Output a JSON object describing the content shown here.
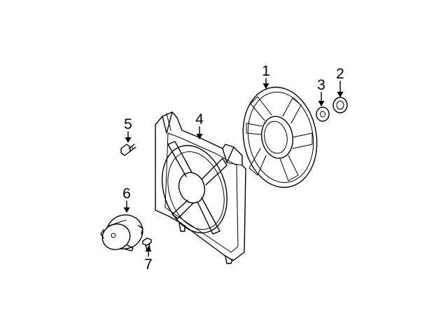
{
  "callouts": {
    "c1": "1",
    "c2": "2",
    "c3": "3",
    "c4": "4",
    "c5": "5",
    "c6": "6",
    "c7": "7"
  },
  "parts": [
    {
      "callout": "1",
      "icon": "fan-blade"
    },
    {
      "callout": "2",
      "icon": "nut"
    },
    {
      "callout": "3",
      "icon": "washer"
    },
    {
      "callout": "4",
      "icon": "fan-shroud"
    },
    {
      "callout": "5",
      "icon": "bolt"
    },
    {
      "callout": "6",
      "icon": "fan-motor"
    },
    {
      "callout": "7",
      "icon": "screw"
    }
  ],
  "colors": {
    "line": "#000000",
    "background": "#ffffff"
  }
}
